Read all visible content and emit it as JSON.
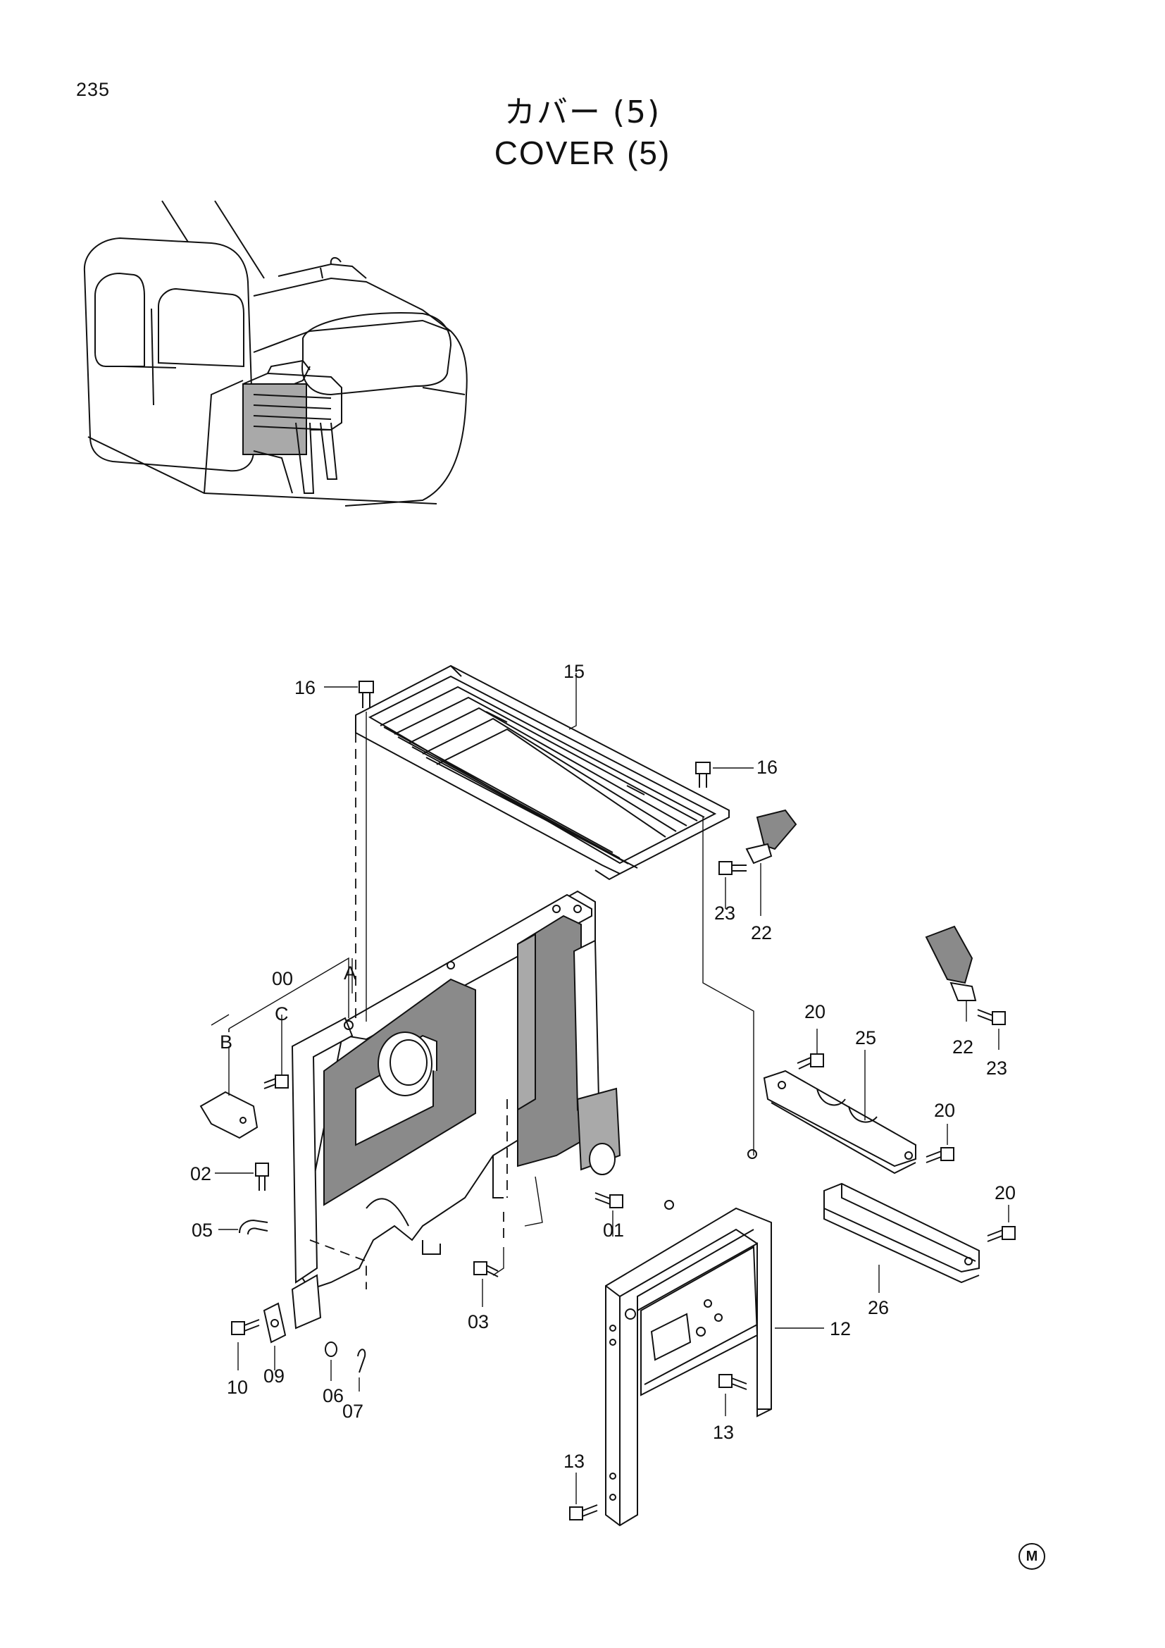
{
  "page": {
    "number": "235"
  },
  "title": {
    "japanese": "カバー (5)",
    "english": "COVER (5)"
  },
  "callouts": [
    {
      "id": "c16a",
      "label": "16"
    },
    {
      "id": "c15",
      "label": "15"
    },
    {
      "id": "c16b",
      "label": "16"
    },
    {
      "id": "c23a",
      "label": "23"
    },
    {
      "id": "c22a",
      "label": "22"
    },
    {
      "id": "c00",
      "label": "00"
    },
    {
      "id": "cA",
      "label": "A"
    },
    {
      "id": "cC",
      "label": "C"
    },
    {
      "id": "cB",
      "label": "B"
    },
    {
      "id": "c20a",
      "label": "20"
    },
    {
      "id": "c25",
      "label": "25"
    },
    {
      "id": "c22b",
      "label": "22"
    },
    {
      "id": "c23b",
      "label": "23"
    },
    {
      "id": "c20b",
      "label": "20"
    },
    {
      "id": "c02",
      "label": "02"
    },
    {
      "id": "c01",
      "label": "01"
    },
    {
      "id": "c20c",
      "label": "20"
    },
    {
      "id": "c05",
      "label": "05"
    },
    {
      "id": "c26",
      "label": "26"
    },
    {
      "id": "c12",
      "label": "12"
    },
    {
      "id": "c03",
      "label": "03"
    },
    {
      "id": "c10",
      "label": "10"
    },
    {
      "id": "c09",
      "label": "09"
    },
    {
      "id": "c06",
      "label": "06"
    },
    {
      "id": "c07",
      "label": "07"
    },
    {
      "id": "c13a",
      "label": "13"
    },
    {
      "id": "c13b",
      "label": "13"
    }
  ],
  "maker_mark": "M"
}
